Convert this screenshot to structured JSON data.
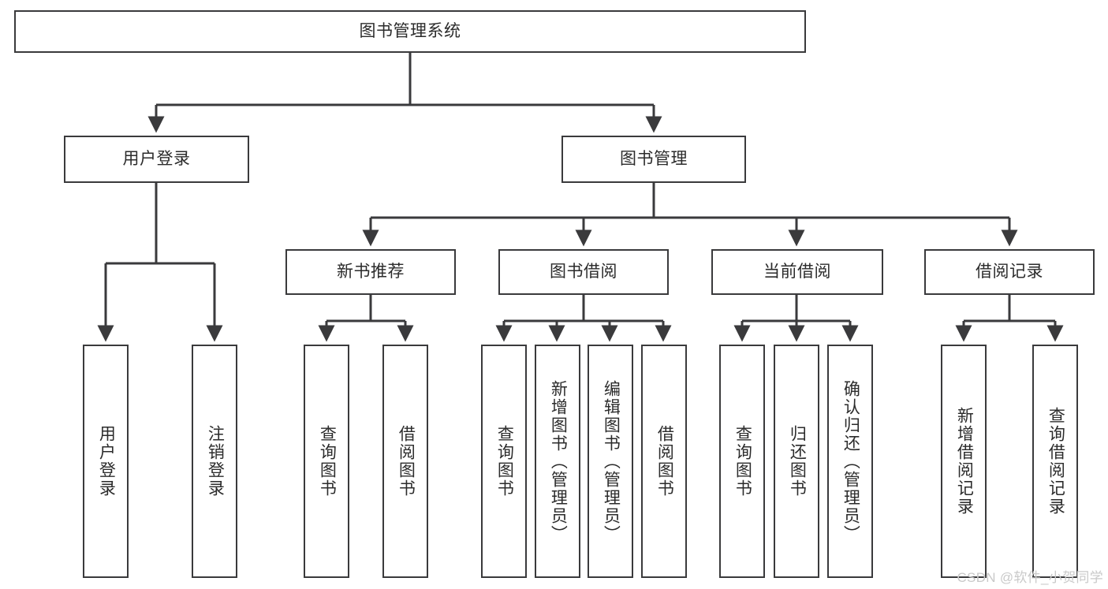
{
  "diagram": {
    "title": "图书管理系统",
    "type": "tree-hierarchy",
    "colors": {
      "background": "#ffffff",
      "line": "#3a3a3c",
      "box_border": "#3a3a3c",
      "box_fill": "#ffffff",
      "text": "#2b2b2b",
      "watermark": "#c9c9c9"
    },
    "root": {
      "label": "图书管理系统"
    },
    "level2": [
      {
        "label": "用户登录"
      },
      {
        "label": "图书管理"
      }
    ],
    "level3": [
      {
        "label": "新书推荐"
      },
      {
        "label": "图书借阅"
      },
      {
        "label": "当前借阅"
      },
      {
        "label": "借阅记录"
      }
    ],
    "leaves": {
      "user_login": [
        {
          "label": "用户登录"
        },
        {
          "label": "注销登录"
        }
      ],
      "new_book": [
        {
          "label": "查询图书"
        },
        {
          "label": "借阅图书"
        }
      ],
      "book_borrow": [
        {
          "label": "查询图书"
        },
        {
          "label": "新增图书（管理员）"
        },
        {
          "label": "编辑图书（管理员）"
        },
        {
          "label": "借阅图书"
        }
      ],
      "current_borrow": [
        {
          "label": "查询图书"
        },
        {
          "label": "归还图书"
        },
        {
          "label": "确认归还（管理员）"
        }
      ],
      "borrow_record": [
        {
          "label": "新增借阅记录"
        },
        {
          "label": "查询借阅记录"
        }
      ]
    }
  },
  "watermark": {
    "text": "CSDN @软件_小贺同学"
  }
}
